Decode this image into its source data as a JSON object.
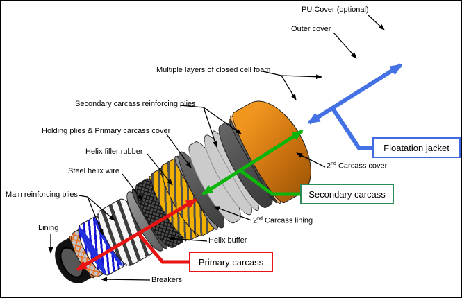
{
  "figure": {
    "type": "layer-construction-diagram",
    "subject": "Floating hose construction layers"
  },
  "colors": {
    "primary_arrow": "#e81313",
    "secondary_arrow": "#0cb50c",
    "floatation_arrow": "#4472e4",
    "primary_box_border": "#e81313",
    "secondary_box_border": "#2e8b57",
    "floatation_box_border": "#4169e1",
    "pu_cover_orange": "#f0961e",
    "carcass_yellow": "#f2b000",
    "plies_blue": "#1616d0",
    "breaker_orange": "#e87830",
    "foam_gray": "#cbcbcb"
  },
  "labels": {
    "pu_cover": "PU Cover (optional)",
    "outer_cover": "Outer cover",
    "foam": "Multiple layers of closed cell foam",
    "sec_plies": "Secondary carcass reinforcing plies",
    "holding": "Holding plies & Primary carcass cover",
    "filler": "Helix filler rubber",
    "steel": "Steel helix wire",
    "main_plies": "Main reinforcing plies",
    "lining": "Lining",
    "helix_buffer": "Helix buffer",
    "breakers": "Breakers",
    "lining2": {
      "num": "2",
      "sup": "nd",
      "rest": " Carcass lining"
    },
    "cover2": {
      "num": "2",
      "sup": "nd",
      "rest": " Carcass cover"
    }
  },
  "callouts": {
    "primary": "Primary carcass",
    "secondary": "Secondary carcass",
    "floatation": "Floatation jacket"
  },
  "hose": {
    "bands": [
      {
        "name": "layer-lining-tip",
        "cls": "tip",
        "w": 44,
        "h": 66
      },
      {
        "name": "layer-orange-rim-1",
        "cls": "orim",
        "w": 7,
        "h": 70
      },
      {
        "name": "layer-breakers",
        "cls": "breakers-band",
        "w": 34,
        "h": 74
      },
      {
        "name": "layer-orange-rim-2",
        "cls": "orim",
        "w": 6,
        "h": 76
      },
      {
        "name": "layer-white-gap-1",
        "cls": "gapw",
        "w": 4,
        "h": 76
      },
      {
        "name": "layer-main-reinforcing-plies",
        "cls": "blueplies",
        "w": 50,
        "h": 84
      },
      {
        "name": "layer-white-gap-2",
        "cls": "gapw",
        "w": 5,
        "h": 86
      },
      {
        "name": "layer-steel-helix-wire",
        "cls": "helix",
        "w": 60,
        "h": 92
      },
      {
        "name": "layer-helix-filler-rubber",
        "cls": "filler",
        "w": 24,
        "h": 98
      },
      {
        "name": "layer-dark-ring",
        "cls": "darkring",
        "w": 11,
        "h": 100
      },
      {
        "name": "layer-carcass-lining-hatch",
        "cls": "darkhatch",
        "w": 42,
        "h": 106
      },
      {
        "name": "layer-yellow-rim-1",
        "cls": "yrim",
        "w": 5,
        "h": 108
      },
      {
        "name": "layer-secondary-plies-1",
        "cls": "yellowhatch",
        "w": 40,
        "h": 112
      },
      {
        "name": "layer-yellow-rim-2",
        "cls": "yrim",
        "w": 5,
        "h": 112
      },
      {
        "name": "layer-gray-gap",
        "cls": "graygap",
        "w": 8,
        "h": 112
      },
      {
        "name": "layer-yellow-rim-3",
        "cls": "yrim",
        "w": 5,
        "h": 114
      },
      {
        "name": "layer-secondary-plies-2",
        "cls": "yellowhatch",
        "w": 46,
        "h": 118
      },
      {
        "name": "layer-yellow-rim-4",
        "cls": "yrim",
        "w": 5,
        "h": 120
      },
      {
        "name": "layer-gray-ring",
        "cls": "grayring",
        "w": 10,
        "h": 122
      },
      {
        "name": "layer-2nd-carcass-cover",
        "cls": "cover2-band",
        "w": 28,
        "h": 126
      },
      {
        "name": "layer-foam-1",
        "cls": "foam",
        "w": 36,
        "h": 130
      },
      {
        "name": "layer-foam-2",
        "cls": "foam",
        "w": 28,
        "h": 132
      },
      {
        "name": "layer-foam-3",
        "cls": "foam",
        "w": 17,
        "h": 132
      },
      {
        "name": "layer-outer-cover",
        "cls": "outercover",
        "w": 36,
        "h": 136
      },
      {
        "name": "layer-orange-ring",
        "cls": "oring2",
        "w": 9,
        "h": 140
      },
      {
        "name": "layer-outer-cover-2",
        "cls": "outercover",
        "w": 15,
        "h": 140
      },
      {
        "name": "layer-pu-rim",
        "cls": "purim",
        "w": 8,
        "h": 146
      },
      {
        "name": "layer-pu-cover",
        "cls": "pu",
        "w": 80,
        "h": 150
      }
    ]
  }
}
